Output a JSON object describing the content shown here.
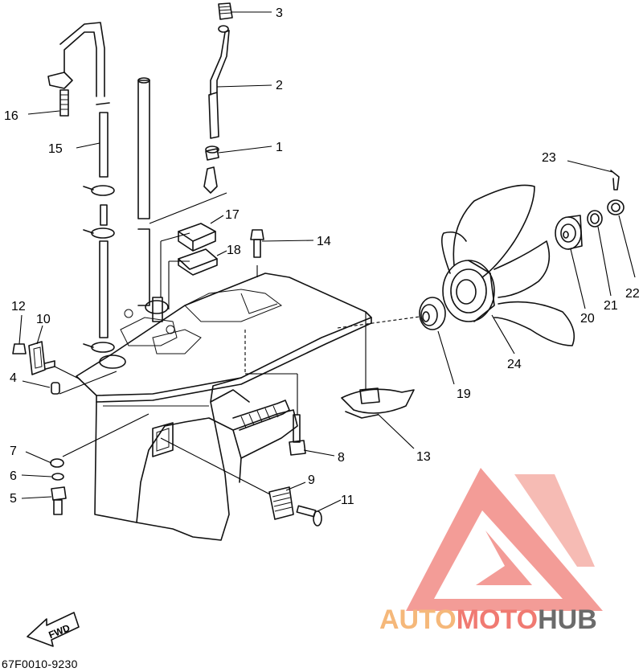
{
  "diagram": {
    "callouts": [
      "1",
      "2",
      "3",
      "4",
      "5",
      "6",
      "7",
      "8",
      "9",
      "10",
      "11",
      "12",
      "13",
      "14",
      "15",
      "16",
      "17",
      "18",
      "19",
      "20",
      "21",
      "22",
      "23",
      "24"
    ],
    "fwd_label": "FWD",
    "catalog_code": "67F0010-9230"
  },
  "watermark": {
    "part1": "AUTO",
    "part2": "MOTO",
    "part3": "HUB",
    "colors": {
      "auto": "#f5b87a",
      "moto": "#f07a72",
      "hub": "#6b6b6b",
      "triangle": "#f28b86"
    }
  }
}
